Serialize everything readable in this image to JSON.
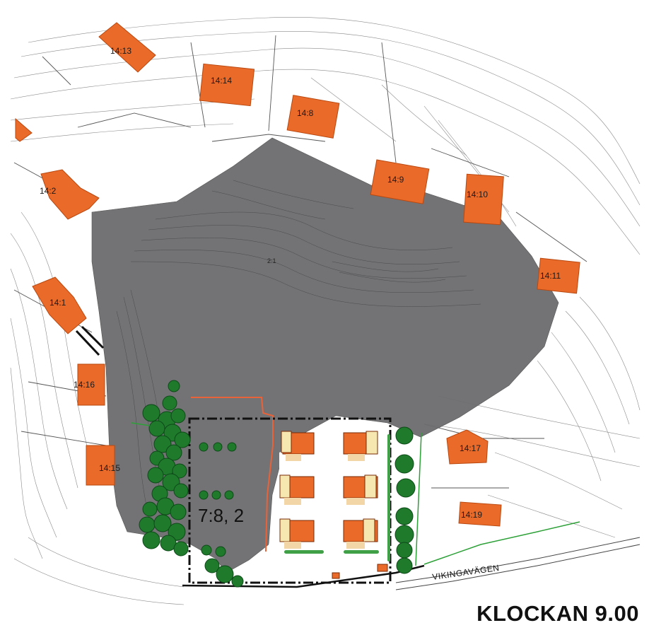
{
  "title": "KLOCKAN 9.00",
  "road_name": "VIKINGAVÄGEN",
  "parcels": [
    {
      "id": "parcel-14-13",
      "label": "14:13"
    },
    {
      "id": "parcel-14-14",
      "label": "14:14"
    },
    {
      "id": "parcel-14-8",
      "label": "14:8"
    },
    {
      "id": "parcel-14-2",
      "label": "14:2"
    },
    {
      "id": "parcel-14-9",
      "label": "14:9"
    },
    {
      "id": "parcel-14-10",
      "label": "14:10"
    },
    {
      "id": "parcel-14-11",
      "label": "14:11"
    },
    {
      "id": "parcel-14-1",
      "label": "14:1"
    },
    {
      "id": "parcel-14-16",
      "label": "14:16"
    },
    {
      "id": "parcel-14-15",
      "label": "14:15"
    },
    {
      "id": "parcel-14-17",
      "label": "14:17"
    },
    {
      "id": "parcel-14-19",
      "label": "14:19"
    }
  ],
  "shadow_area_label": "2:1",
  "development_zone_label": "7:8, 2",
  "colors": {
    "shadow": "#6b6c6e",
    "building": "#ea6a2a",
    "building_stroke": "#b8480f",
    "tree": "#1f7a2c",
    "boundary": "#111111",
    "zone_edge": "#e8623a",
    "terrace": "#f3d6a8"
  }
}
